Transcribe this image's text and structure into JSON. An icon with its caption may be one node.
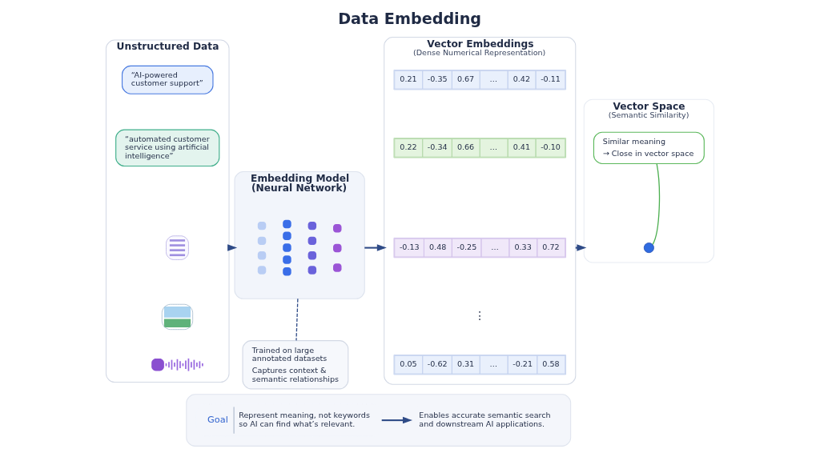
{
  "diagram": {
    "title": "Data Embedding",
    "nodes": [
      {
        "text": [
          "Unstructured Data"
        ]
      },
      {
        "text": [
          "“AI-powered customer support”"
        ],
        "in": 0
      },
      {
        "text": [
          "“automated customer service using artificial intelligence”"
        ],
        "in": 0
      },
      {
        "text": [],
        "shape": "picture",
        "in": 0
      },
      {
        "text": [],
        "shape": "picture",
        "in": 0
      },
      {
        "text": [],
        "shape": "picture",
        "in": 0
      },
      {
        "text": [
          "Embedding Model (Neural Network)"
        ]
      },
      {
        "text": [],
        "shape": "picture",
        "in": 6
      },
      {
        "text": [
          "Trained on large annotated datasets",
          "Captures context & semantic relationships"
        ]
      },
      {
        "text": [
          "Vector Embeddings",
          "(Dense Numerical Representation)"
        ]
      },
      {
        "text": [
          "0.21",
          "-0.35",
          "0.67",
          "…",
          "0.42",
          "-0.11"
        ],
        "in": 9
      },
      {
        "text": [
          "0.22",
          "-0.34",
          "0.66",
          "…",
          "0.41",
          "-0.10"
        ],
        "in": 9
      },
      {
        "text": [
          "-0.13",
          "0.48",
          "-0.25",
          "…",
          "0.33",
          "0.72"
        ],
        "in": 9
      },
      {
        "text": [
          "0.05",
          "-0.62",
          "0.31",
          "…",
          "-0.21",
          "0.58"
        ],
        "in": 9
      },
      {
        "text": [
          "Vector Space",
          "(Semantic Similarity)"
        ]
      },
      {
        "text": [
          "Similar meaning",
          "→ Close in vector space"
        ],
        "in": 14
      },
      {
        "text": [],
        "shape": "circle",
        "in": 14
      },
      {
        "text": [],
        "shape": "box"
      },
      {
        "text": [
          "Goal",
          "Represent meaning, not keywords so AI can find what’s relevant."
        ],
        "in": 17
      },
      {
        "text": [
          "Enables accurate semantic search and downstream AI applications."
        ],
        "in": 17
      }
    ],
    "edges": [
      {
        "from": 0,
        "to": 6,
        "arrow": "to"
      },
      {
        "from": 6,
        "to": 9,
        "arrow": "to"
      },
      {
        "from": 9,
        "to": 14,
        "arrow": "to"
      },
      {
        "from": 6,
        "to": 8,
        "arrow": "none",
        "style": "dashed"
      },
      {
        "from": 15,
        "to": 16,
        "arrow": "none",
        "color": "#4caf50"
      },
      {
        "from": 18,
        "to": 19,
        "arrow": "to"
      }
    ],
    "labels": [
      "⋮"
    ]
  }
}
